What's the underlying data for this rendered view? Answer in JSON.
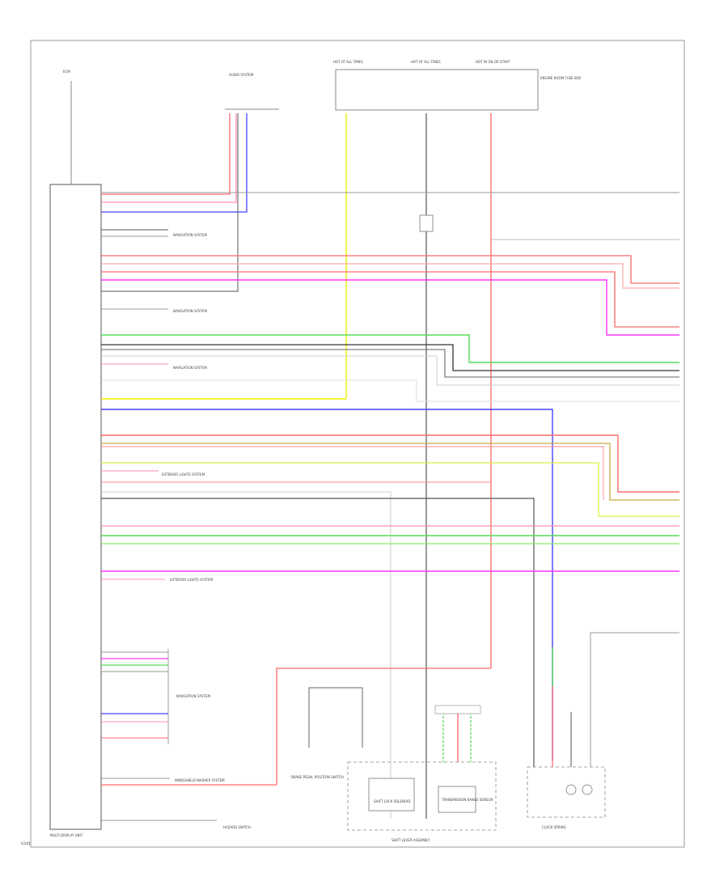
{
  "labels": {
    "top_left_component": "ECM",
    "audio_system": "AUDIO SYSTEM",
    "fuse_1": "HOT AT ALL TIMES",
    "fuse_2": "HOT AT ALL TIMES",
    "fuse_3": "HOT IN ON OR START",
    "fuse_box": "ENGINE ROOM FUSE BOX",
    "navigation_system": "NAVIGATION SYSTEM",
    "exterior_lights_system": "EXTERIOR LIGHTS SYSTEM",
    "windshield_washer_system": "WINDSHIELD WASHER SYSTEM",
    "main_module": "MULTI DISPLAY UNIT",
    "shift_lock_solenoid": "SHIFT LOCK SOLENOID",
    "transmission_range_sensor": "TRANSMISSION RANGE SENSOR",
    "shift_lever_assembly": "SHIFT LEVER ASSEMBLY",
    "clock_spring": "CLOCK SPRING",
    "hazard_switch": "HAZARD SWITCH",
    "brake_switch": "BRAKE PEDAL POSITION SWITCH",
    "gnd_label": "G101"
  },
  "colors": {
    "red": "#ff6a6a",
    "pink": "#ff8fb0",
    "blue": "#4444ff",
    "yellow": "#f0f000",
    "green": "#55dd55",
    "magenta": "#ff33ff",
    "black": "#333333",
    "gray": "#c8c8c8",
    "orange": "#ccaa44"
  }
}
